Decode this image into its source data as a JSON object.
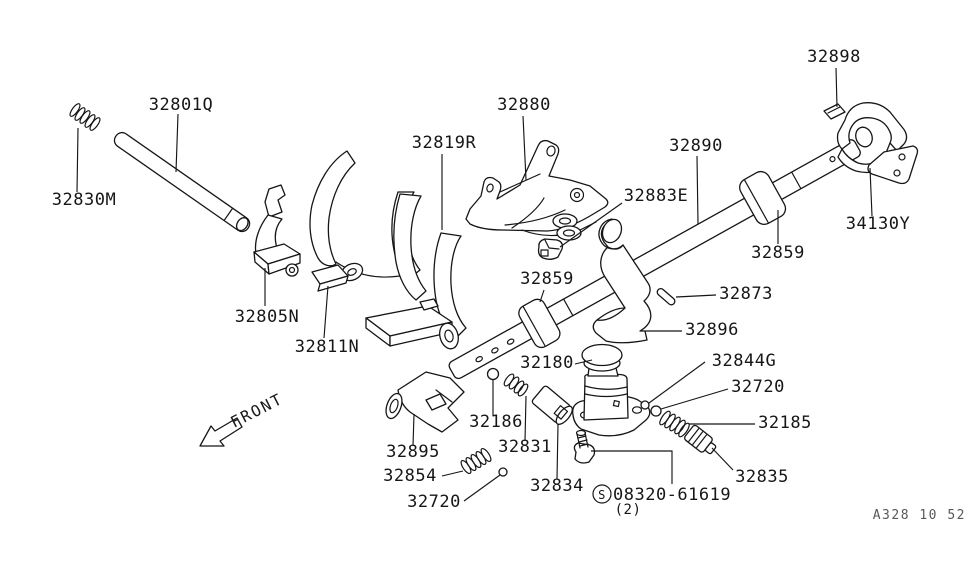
{
  "diagram": {
    "title_hint": "transmission shift control parts diagram",
    "front_label": "FRONT",
    "drawing_code": "A328 10 52",
    "fastener": {
      "symbol": "S",
      "part_no": "08320-61619",
      "qty_note": "(2)"
    },
    "labels": [
      {
        "part_no": "32801Q"
      },
      {
        "part_no": "32830M"
      },
      {
        "part_no": "32805N"
      },
      {
        "part_no": "32811N"
      },
      {
        "part_no": "32819R"
      },
      {
        "part_no": "32880"
      },
      {
        "part_no": "32883E"
      },
      {
        "part_no": "32890"
      },
      {
        "part_no": "32898"
      },
      {
        "part_no": "34130Y"
      },
      {
        "part_no": "32859"
      },
      {
        "part_no": "32859"
      },
      {
        "part_no": "32873"
      },
      {
        "part_no": "32896"
      },
      {
        "part_no": "32180"
      },
      {
        "part_no": "32844G"
      },
      {
        "part_no": "32720"
      },
      {
        "part_no": "32185"
      },
      {
        "part_no": "32835"
      },
      {
        "part_no": "32895"
      },
      {
        "part_no": "32186"
      },
      {
        "part_no": "32831"
      },
      {
        "part_no": "32854"
      },
      {
        "part_no": "32720"
      },
      {
        "part_no": "32834"
      }
    ]
  },
  "colors": {
    "line": "#161616",
    "background": "#ffffff",
    "watermark": "#3c3c3c"
  }
}
